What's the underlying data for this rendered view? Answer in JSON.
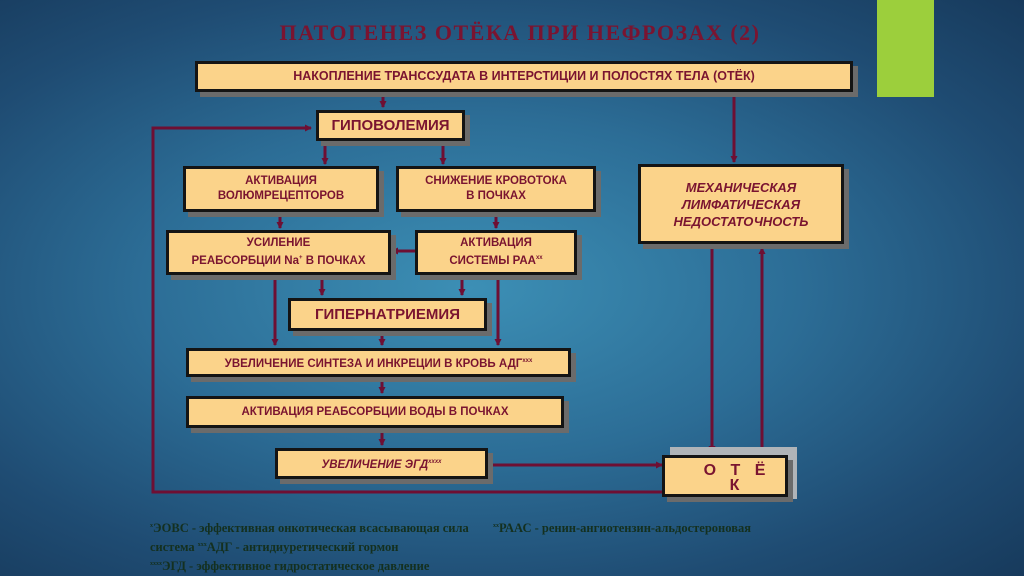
{
  "title": "ПАТОГЕНЕЗ ОТЁКА ПРИ НЕФРОЗАХ (2)",
  "boxes": {
    "accumulation": "НАКОПЛЕНИЕ ТРАНССУДАТА В ИНТЕРСТИЦИИ И ПОЛОСТЯХ ТЕЛА (ОТЁК)",
    "hypovolemia": "ГИПОВОЛЕМИЯ",
    "volumoreceptors_l1": "АКТИВАЦИЯ",
    "volumoreceptors_l2": "ВОЛЮМРЕЦЕПТОРОВ",
    "blood_flow_l1": "СНИЖЕНИЕ КРОВОТОКА",
    "blood_flow_l2": "В ПОЧКАХ",
    "na_reabsorption_l1": "УСИЛЕНИЕ",
    "na_reabsorption_l2a": "РЕАБСОРБЦИИ Na",
    "na_reabsorption_sup": "+",
    "na_reabsorption_l2b": "В ПОЧКАХ",
    "raa_l1": "АКТИВАЦИЯ",
    "raa_l2": "СИСТЕМЫ РАА",
    "raa_sup": "хх",
    "hypernatremia": "ГИПЕРНАТРИЕМИЯ",
    "adh_synthesis": "УВЕЛИЧЕНИЕ СИНТЕЗА И ИНКРЕЦИИ В КРОВЬ АДГ",
    "adh_sup": "ххх",
    "water_reabsorption": "АКТИВАЦИЯ РЕАБСОРБЦИИ ВОДЫ В ПОЧКАХ",
    "egd_increase": "УВЕЛИЧЕНИЕ ЭГД",
    "egd_sup": "хххх",
    "lymph_l1": "МЕХАНИЧЕСКАЯ",
    "lymph_l2": "ЛИМФАТИЧЕСКАЯ",
    "lymph_l3": "НЕДОСТАТОЧНОСТЬ",
    "edema": "О Т Ё К"
  },
  "footnotes": {
    "n1_sup": "х",
    "n1": "ЭОВС - эффективная онкотическая всасывающая сила",
    "n2_sup": "хх",
    "n2": "РААС - ренин-ангиотензин-альдостероновая",
    "n2_cont": "система",
    "n3_sup": "ххх",
    "n3": "АДГ - антидиуретический гормон",
    "n4_sup": "хххх",
    "n4": "ЭГД - эффективное гидростатическое давление"
  },
  "colors": {
    "box_fill": "#fbd38a",
    "box_text": "#7a1430",
    "arrow": "#6e0f33",
    "accent_square": "#9ccf3c"
  }
}
